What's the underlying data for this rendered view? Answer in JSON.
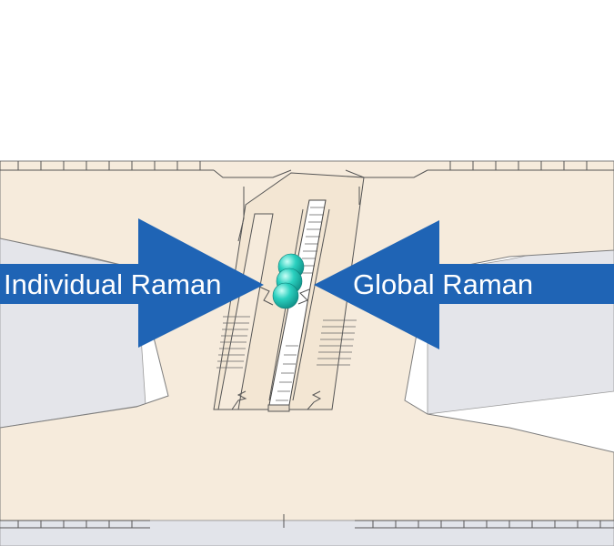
{
  "diagram": {
    "labels": {
      "left_arrow": "Individual Raman",
      "right_arrow": "Global Raman"
    },
    "colors": {
      "background": "#ffffff",
      "trap_surface": "#f6ebdc",
      "trap_outline": "#7d7d7d",
      "electrode_line": "#555555",
      "side_wall": "#e4e5ea",
      "bottom_strip": "#e2e4ea",
      "arrow_fill": "#1f64b5",
      "arrow_text": "#ffffff",
      "ion": "#2ad0bf",
      "ion_highlight": "#c9fff6"
    },
    "ions": {
      "count": 3
    }
  }
}
